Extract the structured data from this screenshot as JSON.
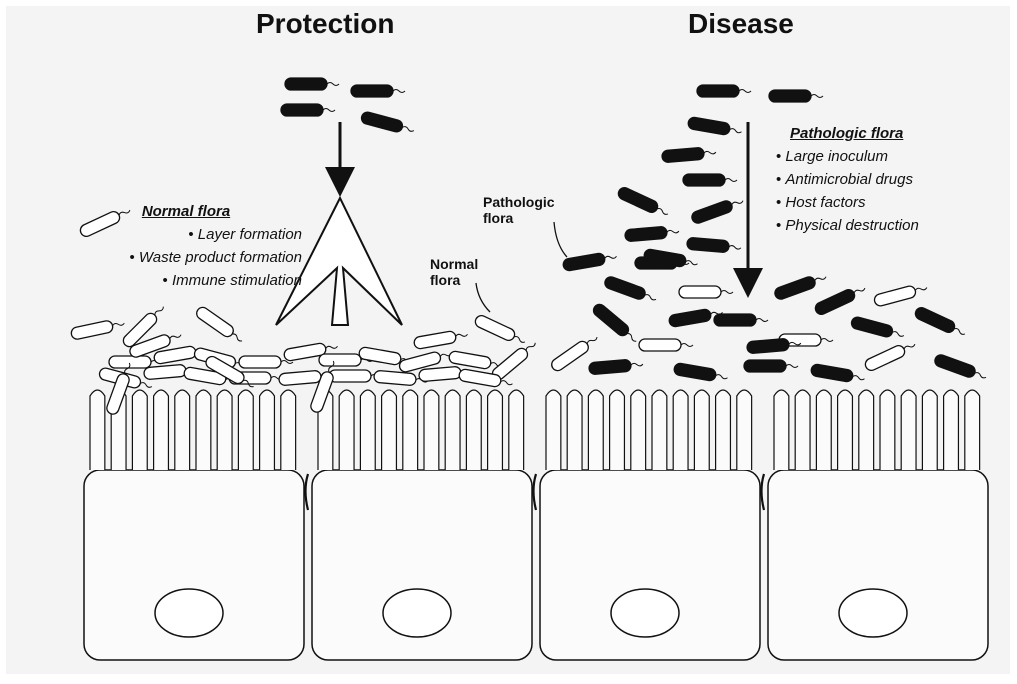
{
  "titles": {
    "protection": "Protection",
    "disease": "Disease"
  },
  "protection_panel": {
    "heading": "Normal flora",
    "items": [
      "Layer formation",
      "Waste product formation",
      "Immune stimulation"
    ],
    "normal_flora_label": [
      "Normal",
      "flora"
    ]
  },
  "disease_panel": {
    "heading": "Pathologic flora",
    "items": [
      "Large inoculum",
      "Antimicrobial drugs",
      "Host factors",
      "Physical destruction"
    ],
    "pathologic_flora_label": [
      "Pathologic",
      "flora"
    ]
  },
  "colors": {
    "ink": "#111111",
    "background": "#f4f4f4",
    "cell_fill": "#fbfbfb"
  }
}
